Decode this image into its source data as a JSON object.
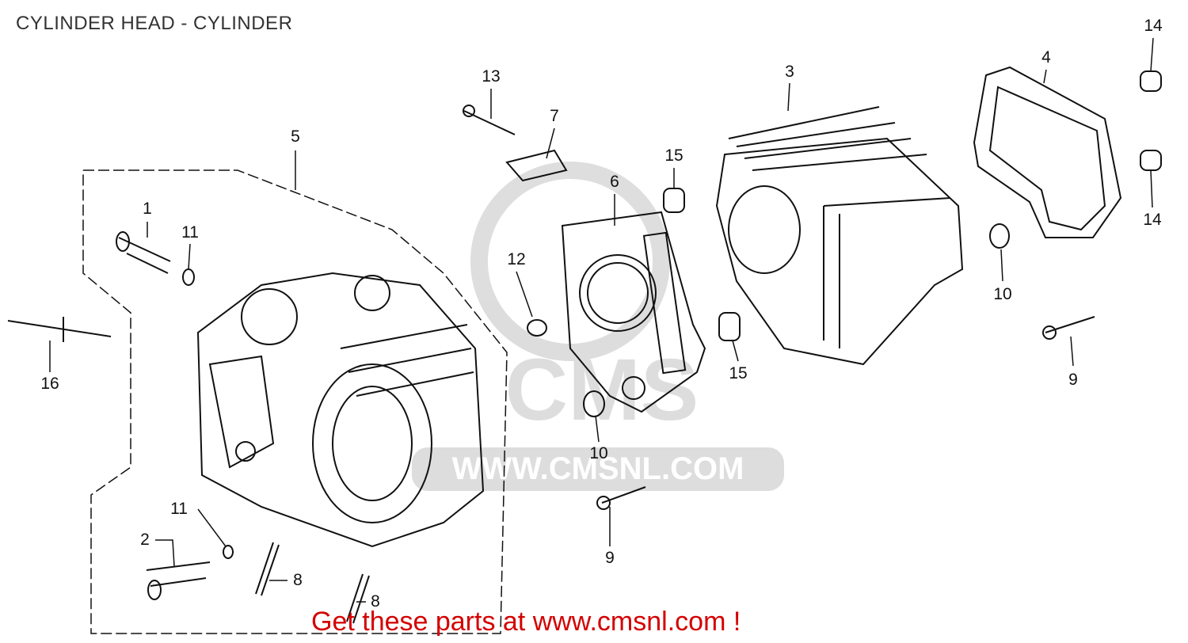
{
  "title": "CYLINDER HEAD - CYLINDER",
  "watermark": "WWW.CMSNL.COM",
  "footer": "Get these parts at www.cmsnl.com !",
  "parts": {
    "p1": "1",
    "p2": "2",
    "p3": "3",
    "p4": "4",
    "p5": "5",
    "p6": "6",
    "p7": "7",
    "p8a": "8",
    "p8b": "8",
    "p9a": "9",
    "p9b": "9",
    "p10a": "10",
    "p10b": "10",
    "p11a": "11",
    "p11b": "11",
    "p12": "12",
    "p13": "13",
    "p14a": "14",
    "p14b": "14",
    "p15a": "15",
    "p15b": "15",
    "p16": "16"
  }
}
